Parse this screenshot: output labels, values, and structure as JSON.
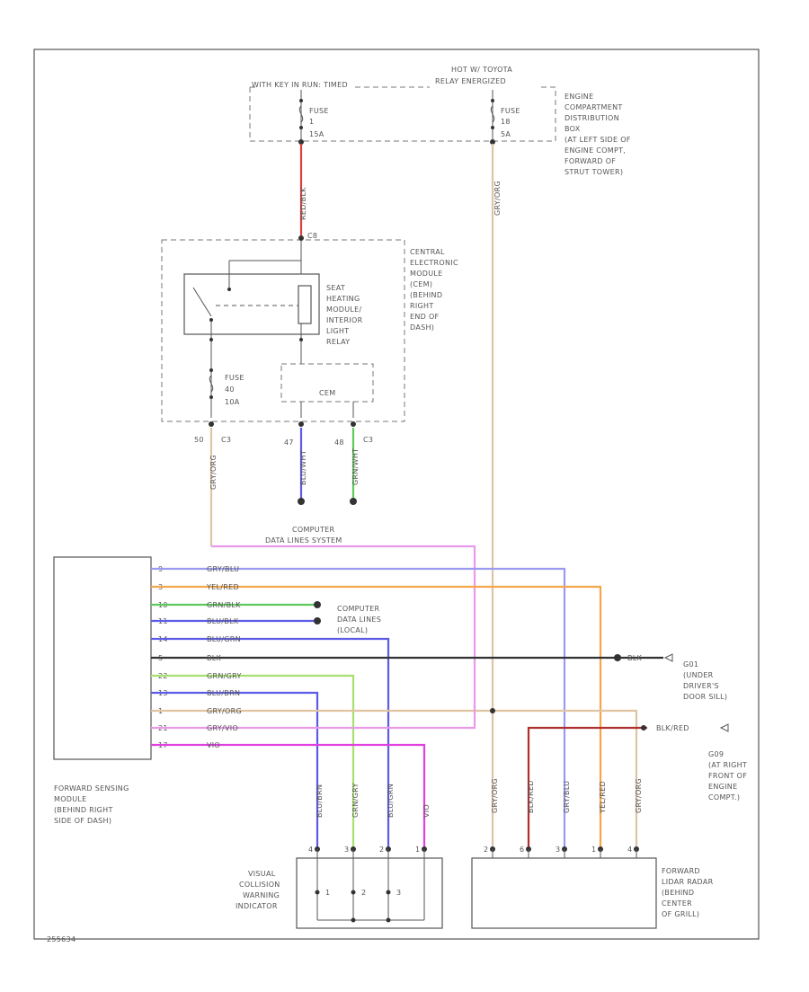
{
  "labels": {
    "fuse_top_left_header": "WITH KEY IN RUN: TIMED",
    "fuse_top_right_header1": "HOT W/ TOYOTA",
    "fuse_top_right_header2": "RELAY ENERGIZED",
    "fuse1_name": "FUSE",
    "fuse1_num": "1",
    "fuse1_amp": "15A",
    "fuse2_name": "FUSE",
    "fuse2_num": "18",
    "fuse2_amp": "5A",
    "engine_box_label": [
      "ENGINE",
      "COMPARTMENT",
      "DISTRIBUTION",
      "BOX",
      "(AT LEFT SIDE OF",
      "ENGINE COMPT,",
      "FORWARD OF",
      "STRUT TOWER)"
    ],
    "wire_top_red": "RED/BLK",
    "wire_top_orange": "GRY/ORG",
    "cem_pin_top": "C8",
    "cem_label": [
      "CENTRAL",
      "ELECTRONIC",
      "MODULE",
      "(CEM)",
      "(BEHIND",
      "RIGHT",
      "END OF",
      "DASH)"
    ],
    "relay_label": [
      "SEAT",
      "HEATING",
      "MODULE/",
      "INTERIOR",
      "LIGHT",
      "RELAY"
    ],
    "fuse3_name": "FUSE",
    "fuse3_num": "40",
    "fuse3_amp": "10A",
    "cem_inner_box": "CEM",
    "pin_50": "50",
    "pin_c3_left": "C3",
    "pin_47": "47",
    "pin_48": "48",
    "pin_c3_right": "C3",
    "wire_cem_gry": "GRY/ORG",
    "wire_cem_blu": "BLU/WHT",
    "wire_cem_grn": "GRN/WHT",
    "computer_data_lines_system": [
      "COMPUTER",
      "DATA LINES SYSTEM"
    ],
    "fsm_label": [
      "FORWARD SENSING",
      "MODULE",
      "(BEHIND RIGHT",
      "SIDE OF DASH)"
    ],
    "fsm_pins": [
      "9",
      "3",
      "10",
      "11",
      "14",
      "5",
      "22",
      "13",
      "1",
      "21",
      "17"
    ],
    "fsm_wires": [
      "GRY/BLU",
      "YEL/RED",
      "GRN/BLK",
      "BLU/BLK",
      "BLU/GRN",
      "BLK",
      "GRN/GRY",
      "BLU/BRN",
      "GRY/ORG",
      "GRY/VIO",
      "VIO"
    ],
    "computer_data_lines_local": [
      "COMPUTER",
      "DATA LINES",
      "(LOCAL)"
    ],
    "ground_blk": "BLK",
    "ground_g01_label": [
      "G01",
      "(UNDER",
      "DRIVER'S",
      "DOOR SILL)"
    ],
    "ground_blk_red": "BLK/RED",
    "ground_g09_label": [
      "G09",
      "(AT RIGHT",
      "FRONT OF",
      "ENGINE",
      "COMPT.)"
    ],
    "bottom_wires_left": [
      "BLU/BRN",
      "GRN/GRY",
      "BLU/GRN",
      "VIO"
    ],
    "bottom_wires_right": [
      "GRY/ORG",
      "BLK/RED",
      "GRY/BLU",
      "YEL/RED",
      "GRY/ORG"
    ],
    "vcwi_label": [
      "VISUAL",
      "COLLISION",
      "WARNING",
      "INDICATOR"
    ],
    "vcwi_pins": [
      "4",
      "3",
      "2",
      "1"
    ],
    "vcwi_leds": [
      "1",
      "2",
      "3"
    ],
    "radar_label": [
      "FORWARD",
      "LIDAR RADAR",
      "(BEHIND",
      "CENTER",
      "OF GRILL)"
    ],
    "radar_pins": [
      "2",
      "6",
      "3",
      "1",
      "4"
    ],
    "diagram_id": "255634"
  },
  "colors": {
    "red": "#d94040",
    "orange": "#f5a64a",
    "blue": "#5b5be8",
    "green": "#5ec95e",
    "gray": "#9a9a9a",
    "gray_orange": "#e0c3a0",
    "pink": "#e060e0",
    "magenta": "#e040e0",
    "dark_red": "#b03030",
    "black": "#333333"
  }
}
